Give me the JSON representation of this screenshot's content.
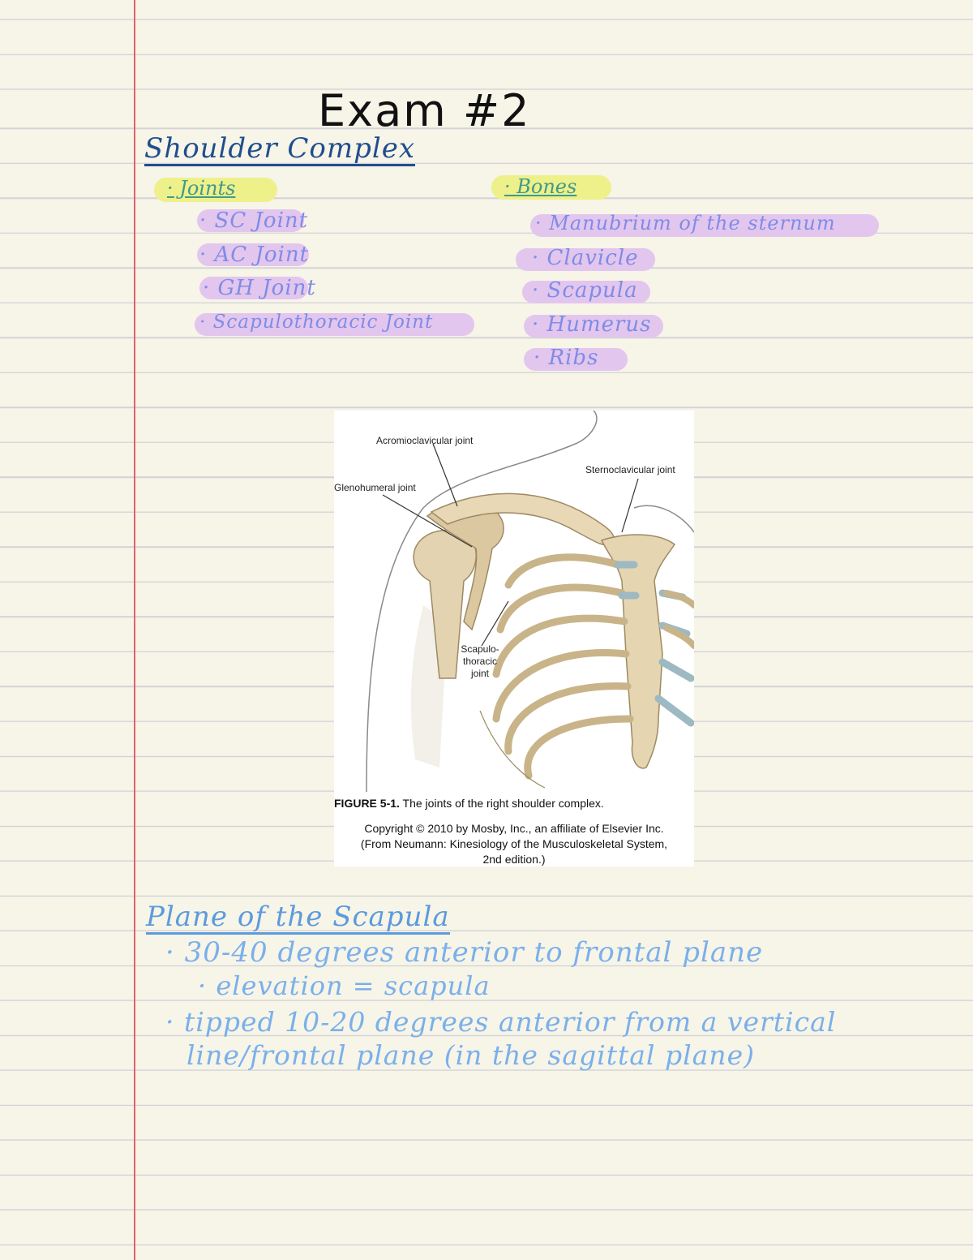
{
  "title": "Exam #2",
  "shoulder": {
    "heading": "Shoulder Complex",
    "joints_label": "· Joints",
    "joints": [
      "· SC Joint",
      "· AC Joint",
      "· GH Joint",
      "· Scapulothoracic Joint"
    ],
    "bones_label": "· Bones",
    "bones": [
      "· Manubrium of the sternum",
      "· Clavicle",
      "· Scapula",
      "· Humerus",
      "· Ribs"
    ]
  },
  "figure": {
    "labels": {
      "ac": "Acromioclavicular joint",
      "sc": "Sternoclavicular joint",
      "gh": "Glenohumeral joint",
      "st_1": "Scapulo-",
      "st_2": "thoracic",
      "st_3": "joint"
    },
    "caption_number": "FIGURE 5-1.",
    "caption_text": "The joints of the right shoulder complex.",
    "credit_1": "Copyright © 2010 by Mosby, Inc., an affiliate of Elsevier Inc.",
    "credit_2": "(From Neumann: Kinesiology of the Musculoskeletal System,",
    "credit_3": "2nd edition.)"
  },
  "plane": {
    "heading": "Plane of the Scapula",
    "lines": [
      "· 30-40 degrees anterior to frontal plane",
      "· elevation = scapula",
      "· tipped 10-20 degrees anterior from a vertical",
      "line/frontal plane (in the sagittal plane)"
    ]
  }
}
